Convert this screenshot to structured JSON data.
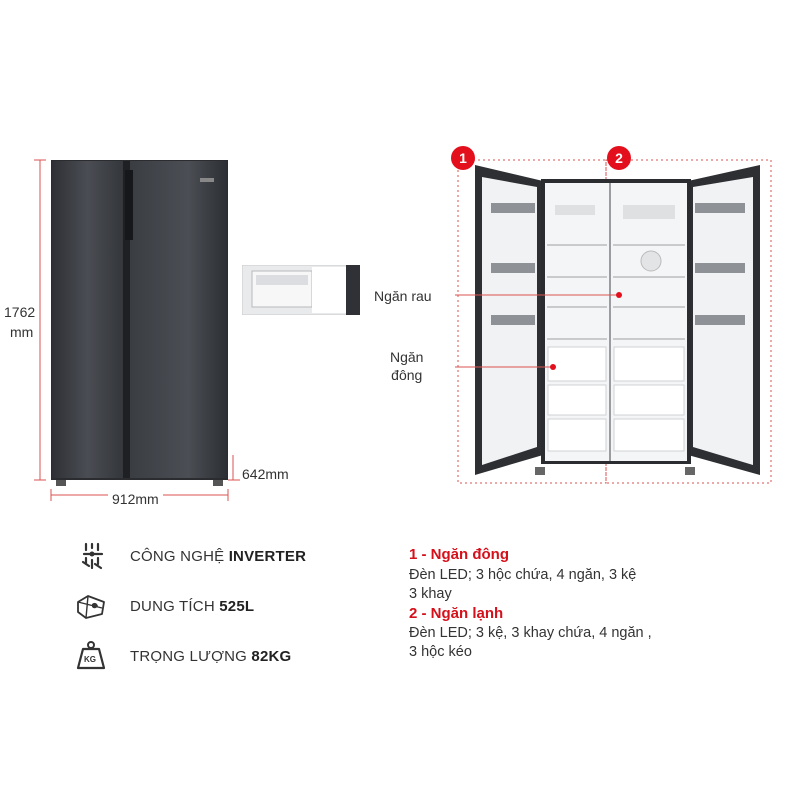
{
  "dimensions": {
    "height_value": "1762",
    "height_unit": "mm",
    "width": "912mm",
    "depth": "642mm"
  },
  "callouts": {
    "veg_drawer": "Ngăn rau",
    "freezer_line1": "Ngăn",
    "freezer_line2": "đông"
  },
  "badges": [
    "1",
    "2"
  ],
  "specs": [
    {
      "icon": "inverter-chip-icon",
      "label": "CÔNG NGHỆ ",
      "value": "INVERTER"
    },
    {
      "icon": "capacity-icon",
      "label": "DUNG TÍCH ",
      "value": "525L"
    },
    {
      "icon": "weight-kg-icon",
      "label": "TRỌNG LƯỢNG ",
      "value": "82KG",
      "icon_text": "KG"
    }
  ],
  "compartments": [
    {
      "title": "1 - Ngăn đông",
      "line1": "Đèn LED; 3 hộc chứa, 4 ngăn, 3 kệ",
      "line2": "3 khay"
    },
    {
      "title": "2 - Ngăn lạnh",
      "line1": "Đèn LED; 3 kệ, 3 khay chứa, 4 ngăn ,",
      "line2": "3 hộc kéo"
    }
  ],
  "colors": {
    "accent_red": "#e30f1c",
    "fridge_dark": "#3a3d42"
  }
}
